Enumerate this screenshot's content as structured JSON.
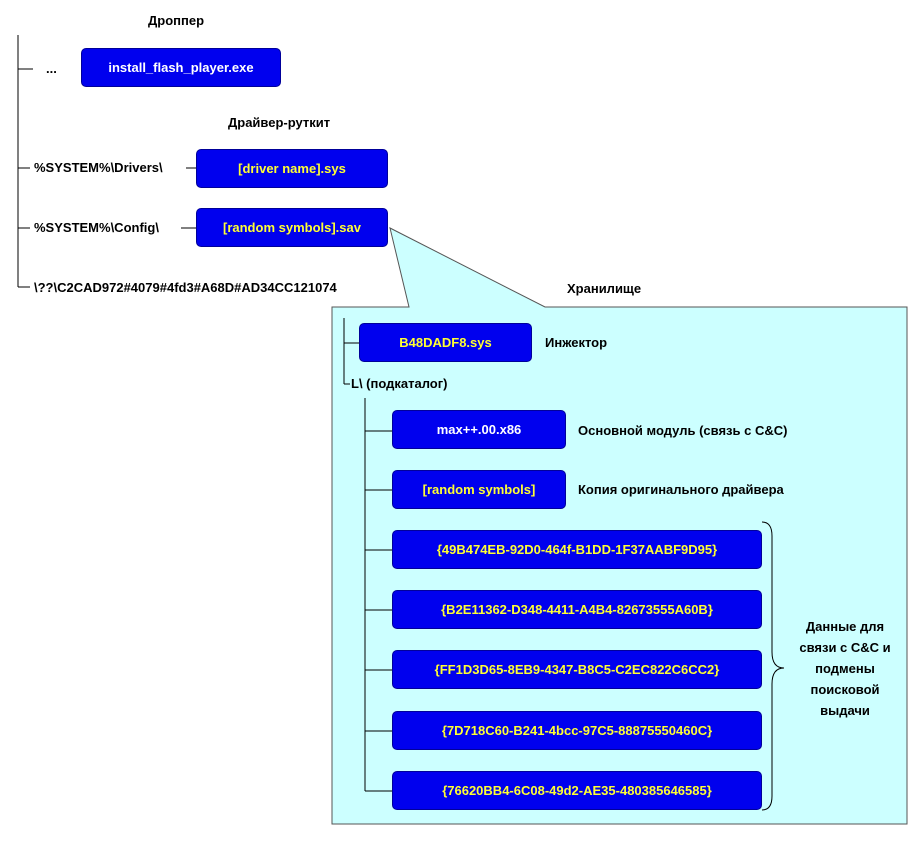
{
  "dropper": {
    "title": "Дроппер",
    "ellipsis": "...",
    "file": "install_flash_player.exe"
  },
  "rootkit": {
    "title": "Драйвер-руткит",
    "drivers_path": "%SYSTEM%\\Drivers\\",
    "driver_file": "[driver name].sys",
    "config_path": "%SYSTEM%\\Config\\",
    "config_file": "[random symbols].sav",
    "device_path": "\\??\\C2CAD972#4079#4fd3#A68D#AD34CC121074"
  },
  "storage": {
    "title": "Хранилище",
    "injector_file": "B48DADF8.sys",
    "injector_label": "Инжектор",
    "subdir_label": "L\\ (подкаталог)",
    "main_module_file": "max++.00.x86",
    "main_module_label": "Основной модуль (связь с C&C)",
    "driver_copy_file": "[random symbols]",
    "driver_copy_label": "Копия оригинального драйвера",
    "data_files": [
      "{49B474EB-92D0-464f-B1DD-1F37AABF9D95}",
      "{B2E11362-D348-4411-A4B4-82673555A60B}",
      "{FF1D3D65-8EB9-4347-B8C5-C2EC822C6CC2}",
      "{7D718C60-B241-4bcc-97C5-88875550460C}",
      "{76620BB4-6C08-49d2-AE35-480385646585}"
    ],
    "data_label": "Данные для связи с C&C и подмены поисковой выдачи"
  },
  "colors": {
    "box_fill": "#0000ee",
    "box_text_white": "#ffffff",
    "box_text_yellow": "#ffff33",
    "storage_fill": "#ccffff",
    "line": "#000000"
  }
}
